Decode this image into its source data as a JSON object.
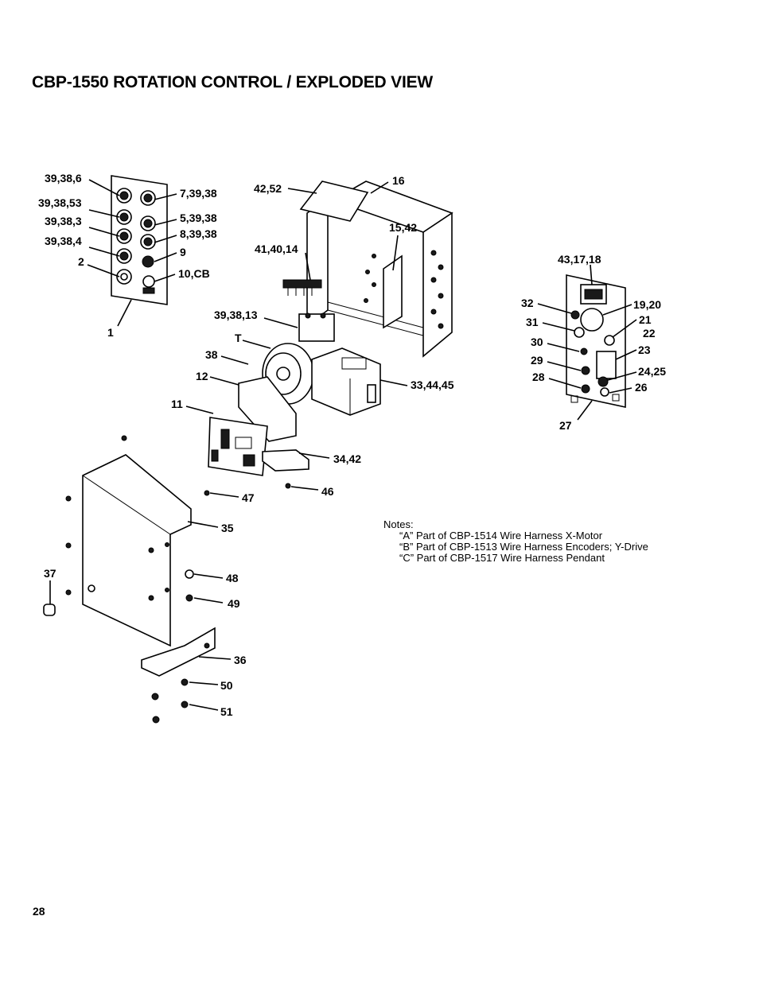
{
  "title": "CBP-1550 ROTATION CONTROL / EXPLODED VIEW",
  "labels": {
    "l_39_38_6": "39,38,6",
    "l_39_38_53": "39,38,53",
    "l_39_38_3": "39,38,3",
    "l_39_38_4": "39,38,4",
    "l_2": "2",
    "l_1": "1",
    "l_7_39_38": "7,39,38",
    "l_5_39_38": "5,39,38",
    "l_8_39_38": "8,39,38",
    "l_9": "9",
    "l_10_cb": "10,CB",
    "l_42_52": "42,52",
    "l_16": "16",
    "l_15_42": "15,42",
    "l_41_40_14": "41,40,14",
    "l_39_38_13": "39,38,13",
    "l_t": "T",
    "l_38": "38",
    "l_12": "12",
    "l_11": "11",
    "l_33_44_45": "33,44,45",
    "l_34_42": "34,42",
    "l_46": "46",
    "l_47": "47",
    "l_35": "35",
    "l_37": "37",
    "l_48": "48",
    "l_49": "49",
    "l_36": "36",
    "l_50": "50",
    "l_51": "51",
    "l_43_17_18": "43,17,18",
    "l_32": "32",
    "l_19_20": "19,20",
    "l_31": "31",
    "l_21": "21",
    "l_22": "22",
    "l_30": "30",
    "l_23": "23",
    "l_29": "29",
    "l_24_25": "24,25",
    "l_28": "28",
    "l_26": "26",
    "l_27": "27"
  },
  "notes": {
    "heading": "Notes:",
    "lines": [
      "“A” Part of CBP-1514 Wire Harness X-Motor",
      "“B” Part of CBP-1513 Wire Harness Encoders; Y-Drive",
      "“C” Part of CBP-1517 Wire Harness Pendant"
    ]
  },
  "page_number": "28"
}
